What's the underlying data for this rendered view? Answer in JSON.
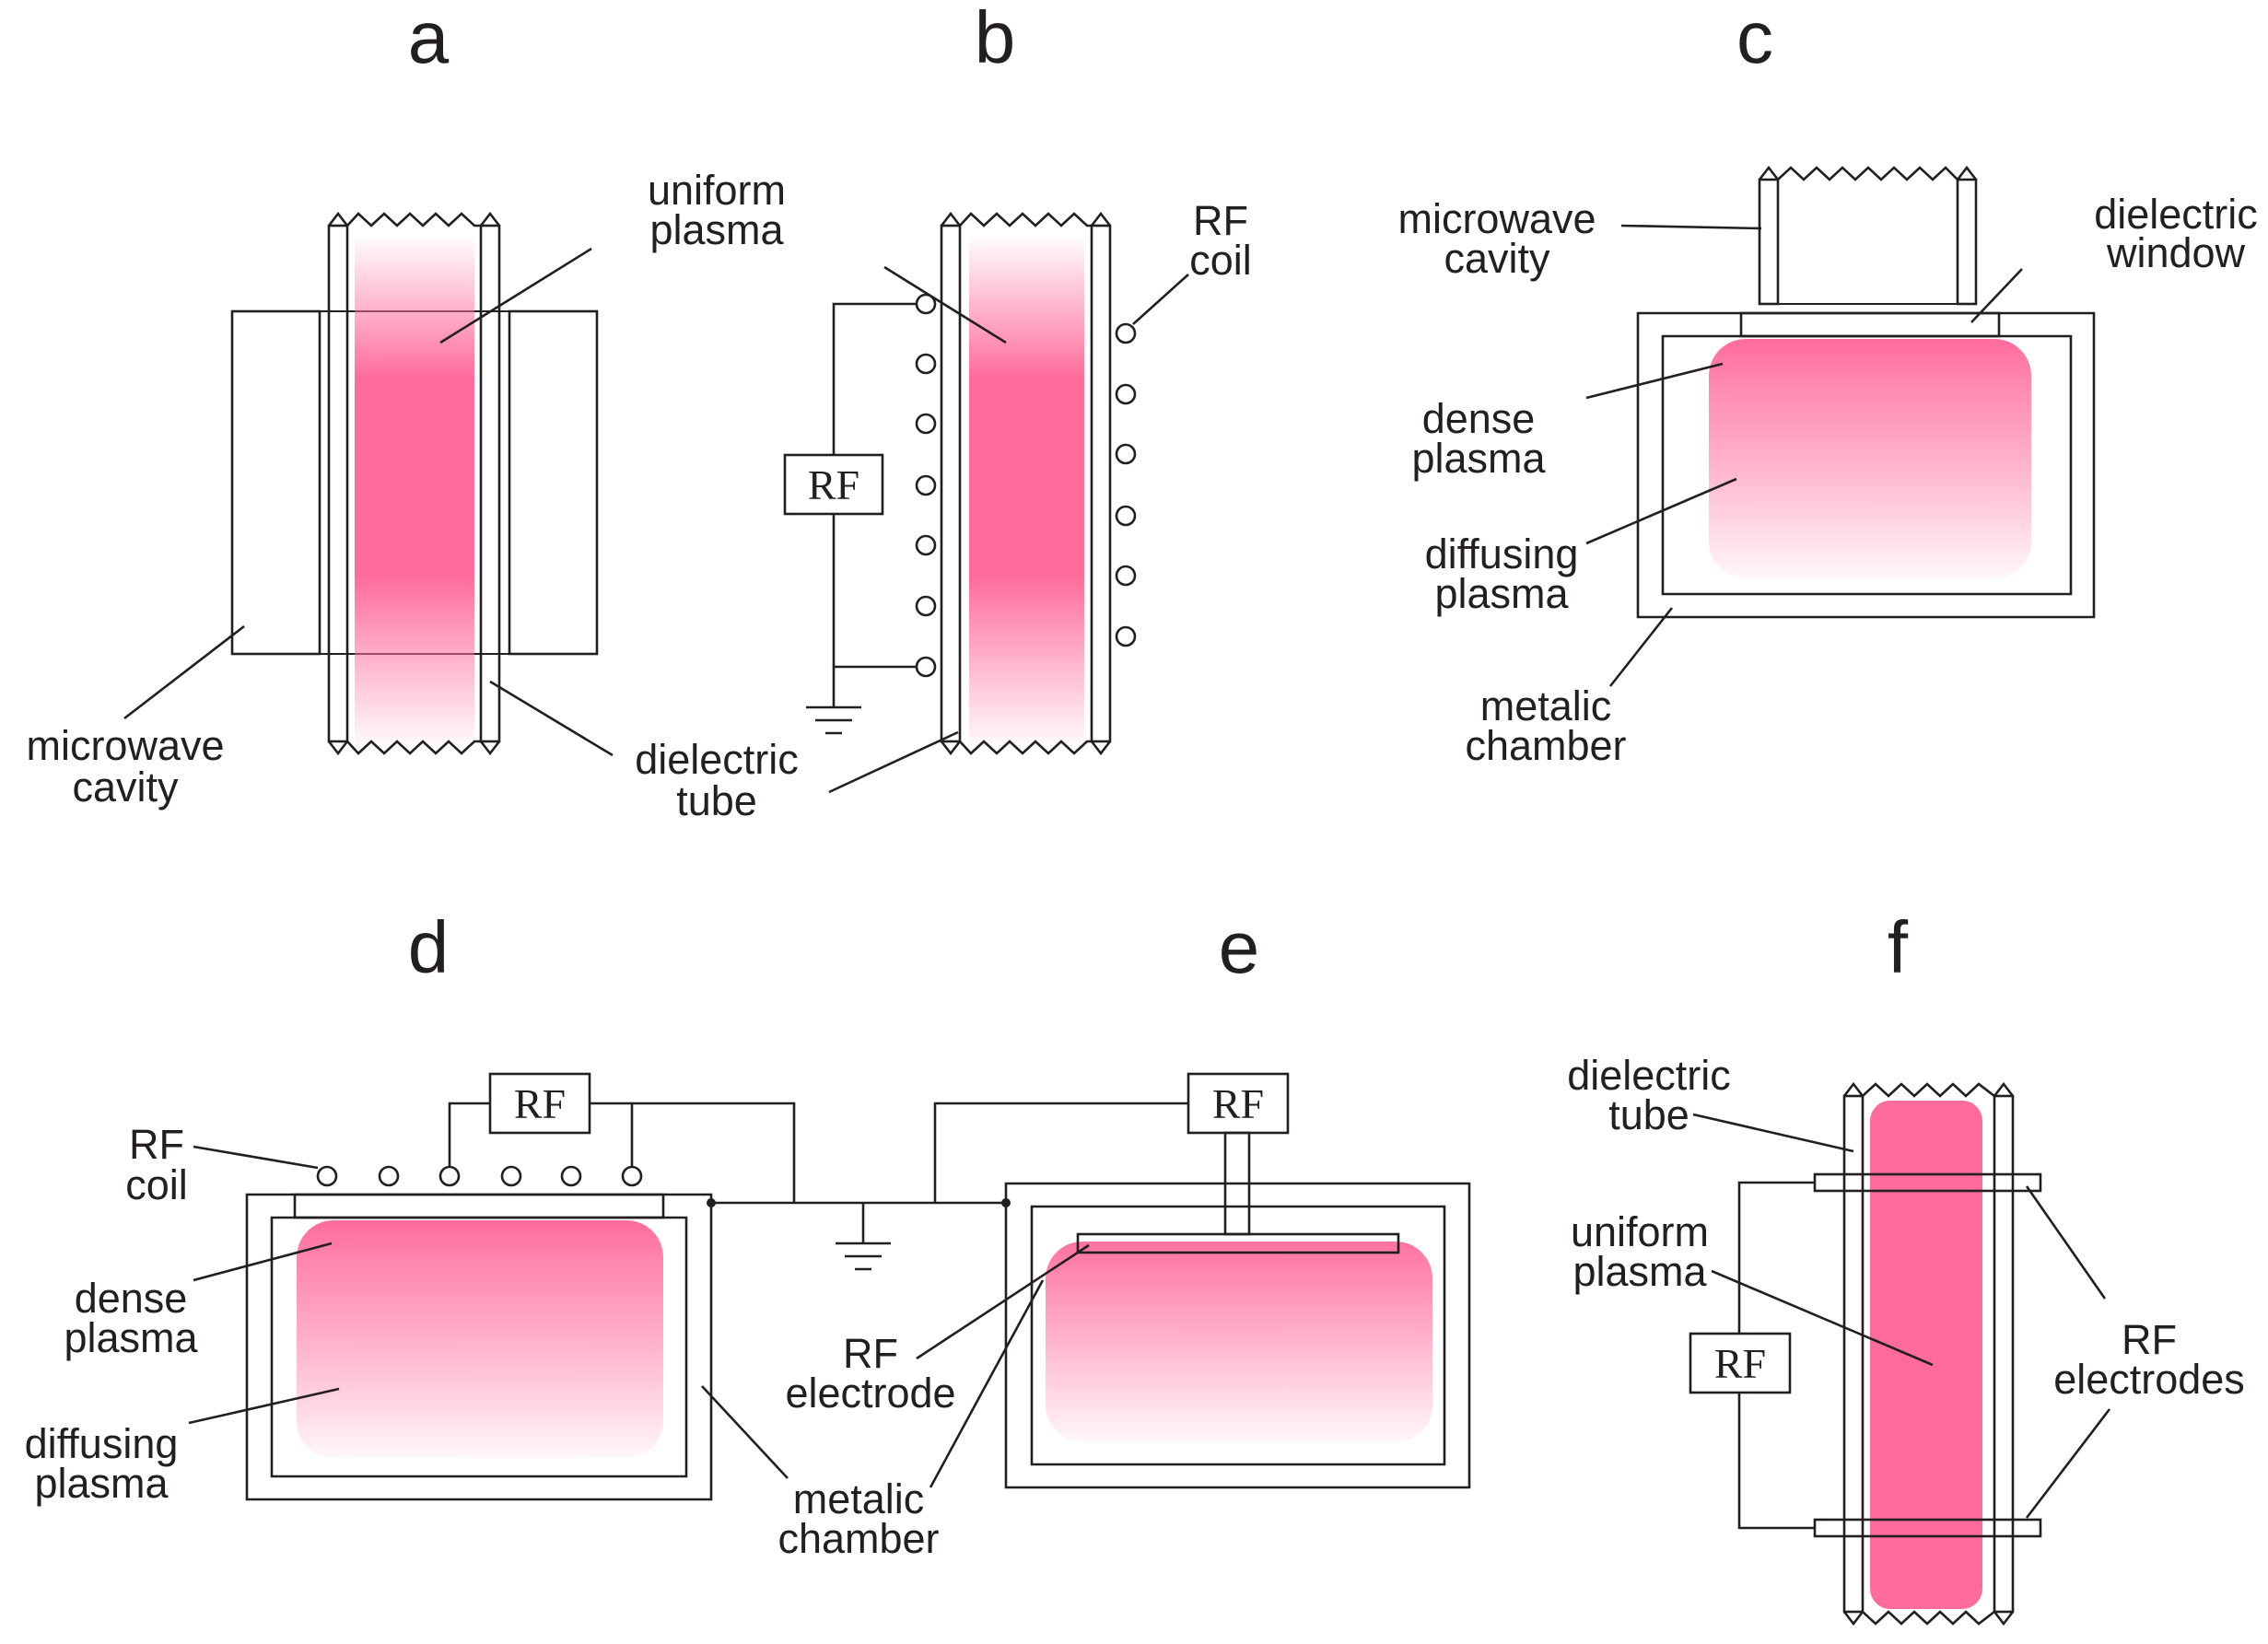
{
  "colors": {
    "plasma": "#ff6b9b",
    "line": "#231f20",
    "hatch": "#9a9a9a"
  },
  "panels": {
    "a": {
      "letter": "a",
      "uniform_plasma": [
        "uniform",
        "plasma"
      ],
      "microwave_cavity": [
        "microwave",
        "cavity"
      ],
      "dielectric_tube": [
        "dielectric",
        "tube"
      ]
    },
    "b": {
      "letter": "b",
      "rf_coil": [
        "RF",
        "coil"
      ],
      "rf_source": "RF"
    },
    "c": {
      "letter": "c",
      "microwave_cavity": [
        "microwave",
        "cavity"
      ],
      "dielectric_window": [
        "dielectric",
        "window"
      ],
      "dense_plasma": [
        "dense",
        "plasma"
      ],
      "diffusing_plasma": [
        "diffusing",
        "plasma"
      ],
      "metalic_chamber": [
        "metalic",
        "chamber"
      ]
    },
    "d": {
      "letter": "d",
      "rf_source": "RF",
      "rf_coil": [
        "RF",
        "coil"
      ],
      "dense_plasma": [
        "dense",
        "plasma"
      ],
      "diffusing_plasma": [
        "diffusing",
        "plasma"
      ],
      "metalic_chamber": [
        "metalic",
        "chamber"
      ]
    },
    "e": {
      "letter": "e",
      "rf_source": "RF",
      "rf_electrode": [
        "RF",
        "electrode"
      ]
    },
    "f": {
      "letter": "f",
      "rf_source": "RF",
      "dielectric_tube": [
        "dielectric",
        "tube"
      ],
      "uniform_plasma": [
        "uniform",
        "plasma"
      ],
      "rf_electrodes": [
        "RF",
        "electrodes"
      ]
    }
  }
}
